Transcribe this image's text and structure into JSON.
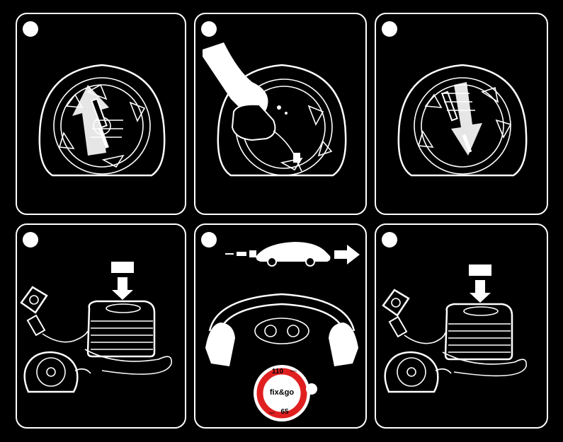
{
  "panels": [
    {
      "id": 1,
      "scene": "tyre-valve-cap-removal"
    },
    {
      "id": 2,
      "scene": "sealant-bottle-injection"
    },
    {
      "id": 3,
      "scene": "valve-core-reinsertion"
    },
    {
      "id": 4,
      "scene": "compressor-inflation"
    },
    {
      "id": 5,
      "scene": "drive-car"
    },
    {
      "id": 6,
      "scene": "compressor-check-pressure"
    }
  ],
  "speed_badge": {
    "top_value": "110",
    "top_unit": "km/h",
    "bottom_value": "65",
    "bottom_unit": "mph",
    "logo": "fix&go",
    "ring_color": "#e02020"
  },
  "colors": {
    "background": "#000000",
    "line": "#ffffff"
  }
}
